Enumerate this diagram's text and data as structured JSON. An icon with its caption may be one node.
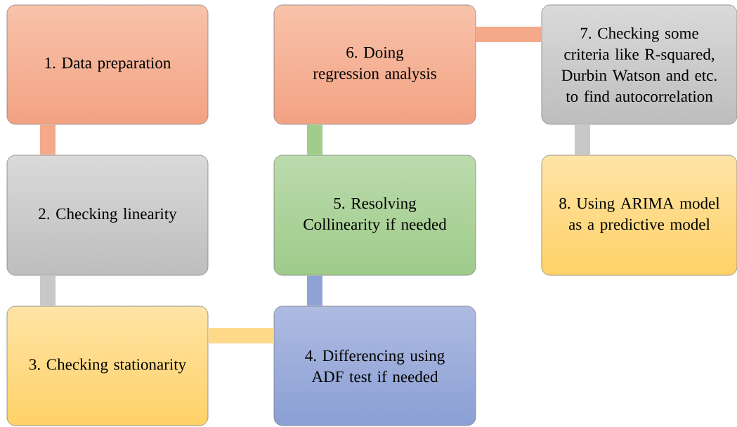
{
  "diagram": {
    "nodes": [
      {
        "text": [
          "1. Data preparation"
        ]
      },
      {
        "text": [
          "2. Checking linearity"
        ]
      },
      {
        "text": [
          "3. Checking stationarity"
        ]
      },
      {
        "text": [
          "4. Differencing using ADF test if needed"
        ]
      },
      {
        "text": [
          "5. Resolving Collinearity if needed"
        ]
      },
      {
        "text": [
          "6. Doing regression analysis"
        ]
      },
      {
        "text": [
          "7. Checking some criteria like R-squared, Durbin Watson and etc. to find autocorrelation"
        ]
      },
      {
        "text": [
          "8. Using ARIMA model as a predictive model"
        ]
      }
    ],
    "edges": [
      {
        "from": 0,
        "to": 1,
        "arrow": "none",
        "color": "#f4a98a"
      },
      {
        "from": 1,
        "to": 2,
        "arrow": "none",
        "color": "#c8c8c8"
      },
      {
        "from": 2,
        "to": 3,
        "arrow": "none",
        "color": "#ffd98a"
      },
      {
        "from": 3,
        "to": 4,
        "arrow": "none",
        "color": "#8fa2d6"
      },
      {
        "from": 4,
        "to": 5,
        "arrow": "none",
        "color": "#a0cc8c"
      },
      {
        "from": 5,
        "to": 6,
        "arrow": "none",
        "color": "#f4a98a"
      },
      {
        "from": 6,
        "to": 7,
        "arrow": "none",
        "color": "#c8c8c8"
      }
    ]
  }
}
